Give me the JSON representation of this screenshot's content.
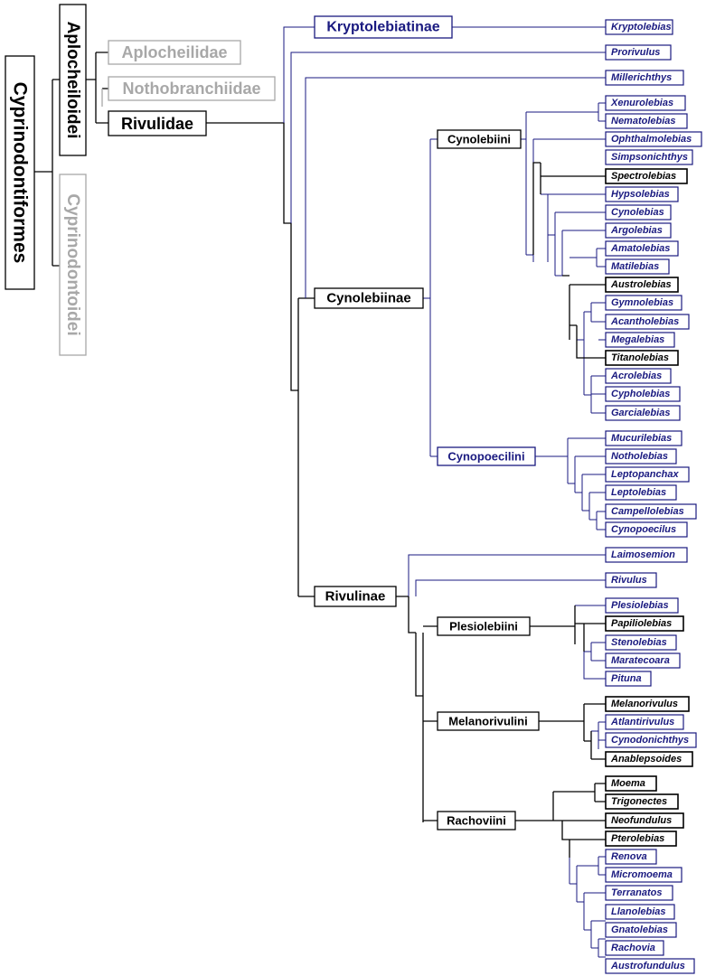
{
  "colors": {
    "black": "#000000",
    "navy": "#1a1a80",
    "grey": "#a8a8a8"
  },
  "order": {
    "label": "Cyprinodontiformes"
  },
  "suborders": {
    "aplocheiloidei": "Aplocheiloidei",
    "cyprinodontoidei": "Cyprinodontoidei"
  },
  "families": {
    "aplocheilidae": "Aplocheilidae",
    "nothobranchiidae": "Nothobranchiidae",
    "rivulidae": "Rivulidae"
  },
  "subfamilies": {
    "kryptolebiatinae": "Kryptolebiatinae",
    "cynolebiinae": "Cynolebiinae",
    "rivulinae": "Rivulinae"
  },
  "tribes": {
    "cynolebiini": "Cynolebiini",
    "cynopoecilini": "Cynopoecilini",
    "plesiolebiini": "Plesiolebiini",
    "melanorivulini": "Melanorivulini",
    "rachoviini": "Rachoviini"
  },
  "genera": [
    "Kryptolebias",
    "Prorivulus",
    "Millerichthys",
    "Xenurolebias",
    "Nematolebias",
    "Ophthalmolebias",
    "Simpsonichthys",
    "Spectrolebias",
    "Hypsolebias",
    "Cynolebias",
    "Argolebias",
    "Amatolebias",
    "Matilebias",
    "Austrolebias",
    "Gymnolebias",
    "Acantholebias",
    "Megalebias",
    "Titanolebias",
    "Acrolebias",
    "Cypholebias",
    "Garcialebias",
    "Mucurilebias",
    "Notholebias",
    "Leptopanchax",
    "Leptolebias",
    "Campellolebias",
    "Cynopoecilus",
    "Laimosemion",
    "Rivulus",
    "Plesiolebias",
    "Papiliolebias",
    "Stenolebias",
    "Maratecoara",
    "Pituna",
    "Melanorivulus",
    "Atlantirivulus",
    "Cynodonichthys",
    "Anablepsoides",
    "Moema",
    "Trigonectes",
    "Neofundulus",
    "Pterolebias",
    "Renova",
    "Micromoema",
    "Terranatos",
    "Llanolebias",
    "Gnatolebias",
    "Rachovia",
    "Austrofundulus"
  ]
}
